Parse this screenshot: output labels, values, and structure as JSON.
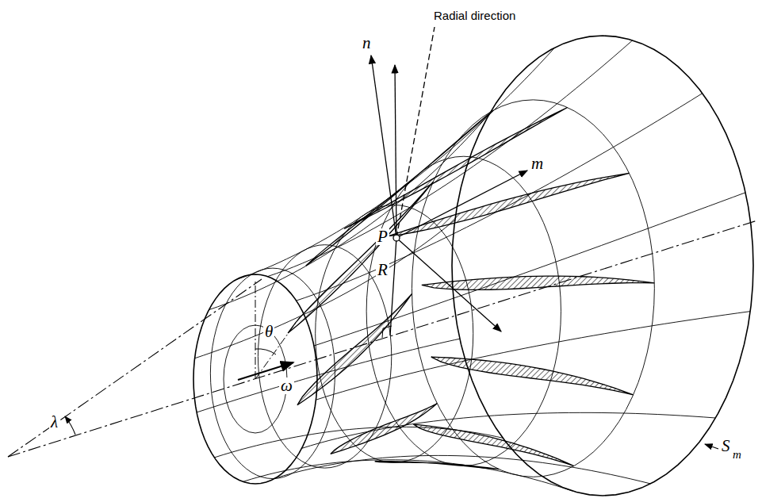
{
  "diagram": {
    "labels": [
      "Radial direction",
      "n",
      "m",
      "P",
      "R",
      "θ",
      "λ",
      "ω",
      "S",
      "m"
    ]
  }
}
